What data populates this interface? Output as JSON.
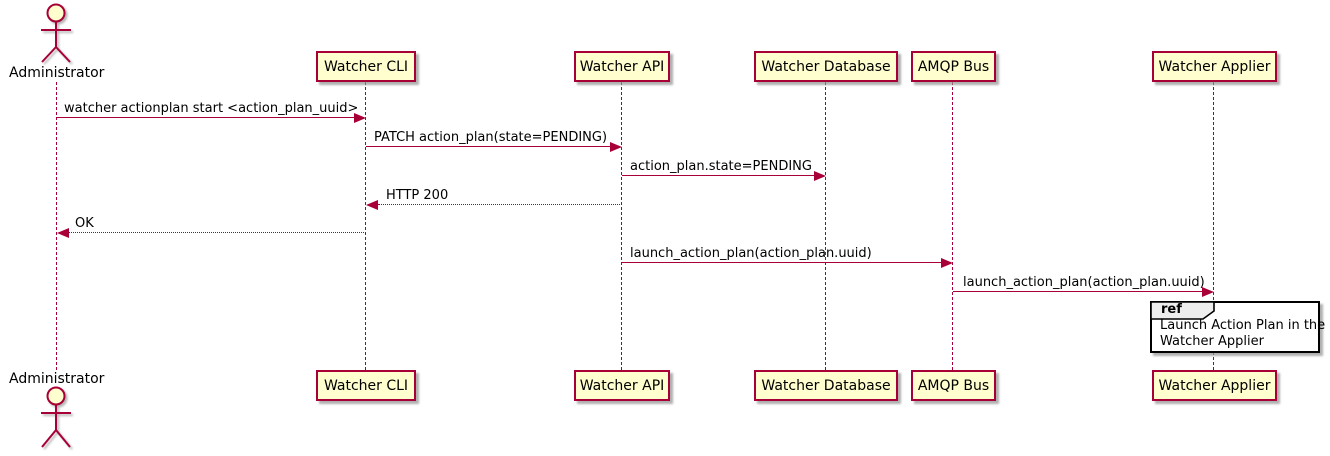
{
  "diagram": {
    "type": "sequence-diagram",
    "actor": {
      "label": "Administrator"
    },
    "participants": [
      {
        "label": "Watcher CLI"
      },
      {
        "label": "Watcher API"
      },
      {
        "label": "Watcher Database"
      },
      {
        "label": "AMQP Bus"
      },
      {
        "label": "Watcher Applier"
      }
    ],
    "messages": [
      {
        "label": "watcher actionplan start <action_plan_uuid>",
        "from": "Administrator",
        "to": "Watcher CLI",
        "line": "solid"
      },
      {
        "label": "PATCH action_plan(state=PENDING)",
        "from": "Watcher CLI",
        "to": "Watcher API",
        "line": "solid"
      },
      {
        "label": "action_plan.state=PENDING",
        "from": "Watcher API",
        "to": "Watcher Database",
        "line": "solid"
      },
      {
        "label": "HTTP 200",
        "from": "Watcher API",
        "to": "Watcher CLI",
        "line": "dotted"
      },
      {
        "label": "OK",
        "from": "Watcher CLI",
        "to": "Administrator",
        "line": "dotted"
      },
      {
        "label": "launch_action_plan(action_plan.uuid)",
        "from": "Watcher API",
        "to": "AMQP Bus",
        "line": "solid"
      },
      {
        "label": "launch_action_plan(action_plan.uuid)",
        "from": "AMQP Bus",
        "to": "Watcher Applier",
        "line": "solid"
      }
    ],
    "ref": {
      "keyword": "ref",
      "line1": "Launch Action Plan in the",
      "line2": "Watcher Applier"
    },
    "colors": {
      "participant_fill": "#fefece",
      "stroke": "#a80036",
      "text": "#000000",
      "ref_border": "#000000",
      "ref_header_fill": "#eeeeee",
      "shadow": "#969696"
    }
  }
}
